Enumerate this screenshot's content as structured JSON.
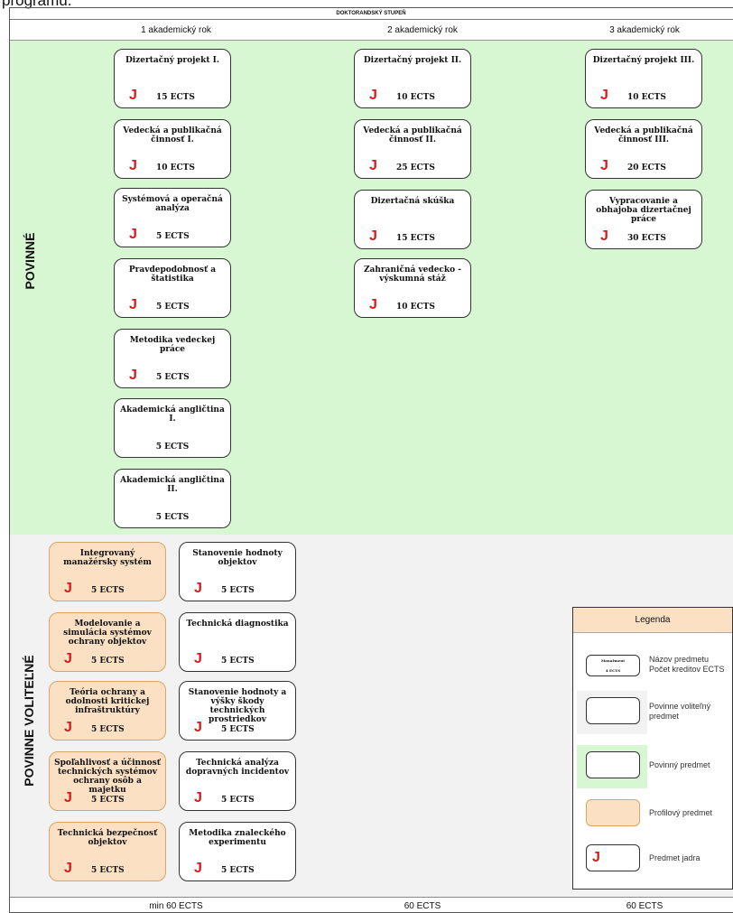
{
  "top_caption": "programu.",
  "header": "DOKTORANDSKÝ STUPEŇ",
  "years": [
    "1 akademický rok",
    "2 akademický rok",
    "3 akademický rok"
  ],
  "sections": {
    "mandatory": "POVINNÉ",
    "elective": "POVINNE VOLITEĽNÉ"
  },
  "mandatory": {
    "year1": [
      {
        "name": "Dizertačný projekt I.",
        "ects": "15 ECTS",
        "core": true
      },
      {
        "name": "Vedecká a publikačná činnosť I.",
        "ects": "10 ECTS",
        "core": true
      },
      {
        "name": "Systémová a operačná analýza",
        "ects": "5 ECTS",
        "core": true
      },
      {
        "name": "Pravdepodobnosť a štatistika",
        "ects": "5 ECTS",
        "core": true
      },
      {
        "name": "Metodika vedeckej práce",
        "ects": "5 ECTS",
        "core": true
      },
      {
        "name": "Akademická angličtina I.",
        "ects": "5 ECTS",
        "core": false
      },
      {
        "name": "Akademická angličtina II.",
        "ects": "5 ECTS",
        "core": false
      }
    ],
    "year2": [
      {
        "name": "Dizertačný projekt II.",
        "ects": "10 ECTS",
        "core": true
      },
      {
        "name": "Vedecká a publikačná činnosť II.",
        "ects": "25 ECTS",
        "core": true
      },
      {
        "name": "Dizertačná skúška",
        "ects": "15 ECTS",
        "core": true
      },
      {
        "name": "Zahraničná vedecko - výskumná stáž",
        "ects": "10 ECTS",
        "core": true
      }
    ],
    "year3": [
      {
        "name": "Dizertačný projekt III.",
        "ects": "10 ECTS",
        "core": true
      },
      {
        "name": "Vedecká a publikačná činnosť III.",
        "ects": "20 ECTS",
        "core": true
      },
      {
        "name": "Vypracovanie a obhajoba dizertačnej práce",
        "ects": "30 ECTS",
        "core": true
      }
    ]
  },
  "elective": {
    "profile": [
      {
        "name": "Integrovaný manažérsky systém",
        "ects": "5 ECTS",
        "core": true
      },
      {
        "name": "Modelovanie a simulácia systémov ochrany objektov",
        "ects": "5 ECTS",
        "core": true
      },
      {
        "name": "Teória ochrany a odolnosti kritickej infraštruktúry",
        "ects": "5 ECTS",
        "core": true
      },
      {
        "name": "Spoľahlivosť a účinnosť technických systémov ochrany osôb a majetku",
        "ects": "5 ECTS",
        "core": true
      },
      {
        "name": "Technická bezpečnosť objektov",
        "ects": "5 ECTS",
        "core": true
      }
    ],
    "other": [
      {
        "name": "Stanovenie hodnoty objektov",
        "ects": "5 ECTS",
        "core": true
      },
      {
        "name": "Technická diagnostika",
        "ects": "5 ECTS",
        "core": true
      },
      {
        "name": "Stanovenie hodnoty a výšky škody technických prostriedkov",
        "ects": "5 ECTS",
        "core": true
      },
      {
        "name": "Technická analýza dopravných incidentov",
        "ects": "5 ECTS",
        "core": true
      },
      {
        "name": "Metodika znaleckého experimentu",
        "ects": "5 ECTS",
        "core": true
      }
    ]
  },
  "legend": {
    "title": "Legenda",
    "sample_name": "Manažment",
    "sample_ects": "4 ECTS",
    "items": [
      "Názov predmetu\nPočet kreditov ECTS",
      "Povinne voliteľný\npredmet",
      "Povinný predmet",
      "Profilový predmet",
      "Predmet jadra"
    ],
    "core_mark": "J"
  },
  "footer": [
    "min 60 ECTS",
    "60 ECTS",
    "60 ECTS"
  ],
  "colors": {
    "mandatory_bg": "#d6f7d2",
    "elective_bg": "#f2f2f2",
    "profile_bg": "#fbe0c4",
    "core_mark": "#d21b1b"
  }
}
